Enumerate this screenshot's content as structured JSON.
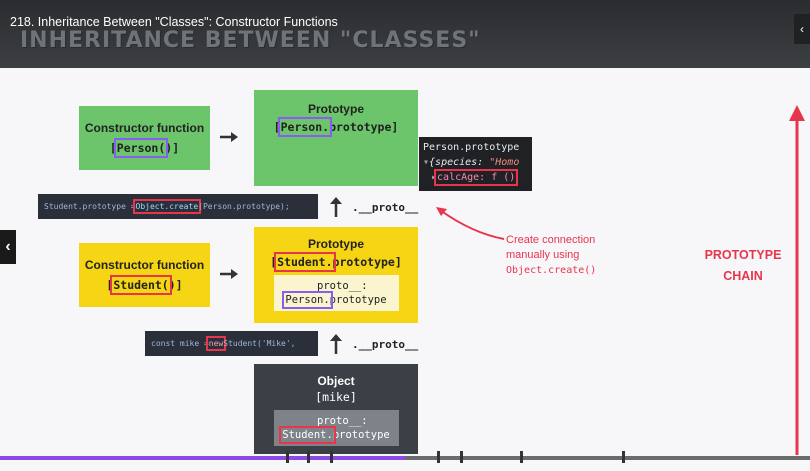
{
  "video": {
    "title": "218. Inheritance Between \"Classes\": Constructor Functions",
    "progress_percent": 50
  },
  "slide": {
    "heading": "INHERITANCE BETWEEN \"CLASSES\"",
    "person": {
      "constructor_label": "Constructor function",
      "constructor_code_open": "[",
      "constructor_code_hl": "Person(",
      "constructor_code_close": ")]",
      "proto_label": "Prototype",
      "proto_code_open": "[",
      "proto_code_hl": "Person.",
      "proto_code_rest": "prototype]"
    },
    "student": {
      "constructor_label": "Constructor function",
      "constructor_code_open": "[",
      "constructor_code_hl": "Student(",
      "constructor_code_close": ")]",
      "proto_label": "Prototype",
      "proto_code_open": "[",
      "proto_code_hl": "Student.",
      "proto_code_rest": "prototype]",
      "inner_proto_line1": "__proto__:",
      "inner_proto_hl": "Person.",
      "inner_proto_rest": "prototype"
    },
    "object": {
      "label": "Object",
      "code": "[mike]",
      "inner_proto_line1": "__proto__:",
      "inner_proto_hl": "Student.",
      "inner_proto_rest": "prototype"
    },
    "proto_link_1": ".__proto__",
    "proto_link_2": ".__proto__",
    "code_create": {
      "before": "Student.prototype = ",
      "hl": "Object.create",
      "after": "(Person.prototype);"
    },
    "code_new": {
      "before": "const mike = ",
      "hl": "new",
      "after": " Student('Mike',"
    },
    "console": {
      "line1": "Person.prototype",
      "line2_key": "{species: ",
      "line2_val": "\"Homo",
      "line3_hl": "calcAge: f ()"
    },
    "note": {
      "line1": "Create connection",
      "line2": "manually using",
      "line3": "Object.create()"
    },
    "chain": {
      "line1": "PROTOTYPE",
      "line2": "CHAIN"
    }
  },
  "colors": {
    "accent_red": "#e8354e",
    "highlight_purple": "#8a5cf5",
    "constructor_green": "#6cc56a",
    "constructor_yellow": "#f5d514",
    "progress_purple": "#8d49e8"
  }
}
